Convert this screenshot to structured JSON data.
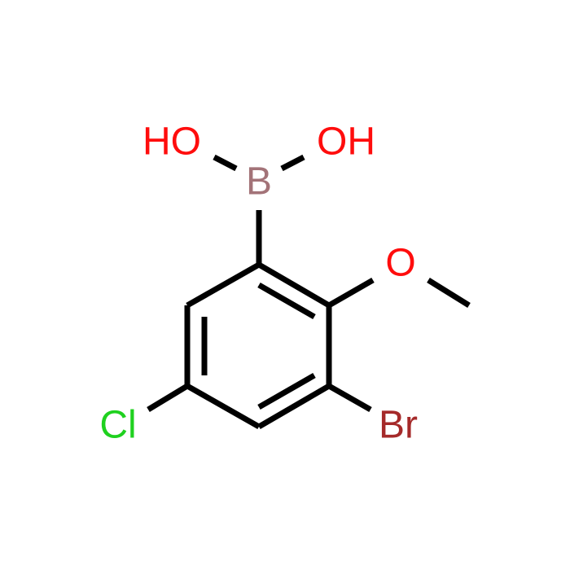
{
  "colors": {
    "background": "#ffffff",
    "bond": "#000000",
    "oxygen": "#ff0d0d",
    "boron": "#a37378",
    "chlorine": "#1fd11f",
    "bromine": "#a52a2a"
  },
  "atoms": {
    "oh_left": "HO",
    "oh_right": "OH",
    "boron": "B",
    "methoxy_oxygen": "O",
    "chlorine": "Cl",
    "bromine": "Br"
  }
}
